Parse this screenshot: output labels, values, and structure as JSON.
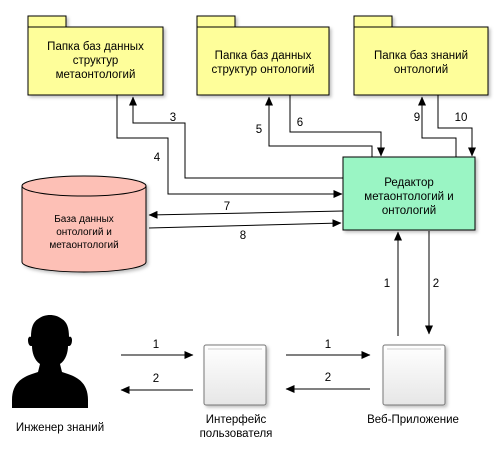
{
  "folders": {
    "meta": {
      "line1": "Папка баз данных",
      "line2": "структур",
      "line3": "метаонтологий",
      "fill": "#fefe9a"
    },
    "onto": {
      "line1": "Папка баз данных",
      "line2": "структур онтологий",
      "fill": "#fefe9a"
    },
    "know": {
      "line1": "Папка баз знаний",
      "line2": "онтологий",
      "fill": "#fefe9a"
    }
  },
  "database": {
    "line1": "База данных",
    "line2": "онтологий и",
    "line3": "метаонтологий",
    "fill": "#fdc0b6"
  },
  "editor": {
    "line1": "Редактор",
    "line2": "метаонтологий и",
    "line3": "онтологий",
    "fill": "#9af5c4"
  },
  "actors": {
    "engineer": "Инженер знаний",
    "ui_line1": "Интерфейс",
    "ui_line2": "пользователя",
    "web": "Веб-Приложение"
  },
  "arrow_labels": {
    "a3": "3",
    "a4": "4",
    "a5": "5",
    "a6": "6",
    "a7": "7",
    "a8": "8",
    "a9": "9",
    "a10": "10",
    "e_up": "1",
    "e_down": "2",
    "eng_to_ui": "1",
    "ui_to_eng": "2",
    "ui_to_web": "1",
    "web_to_ui": "2"
  }
}
